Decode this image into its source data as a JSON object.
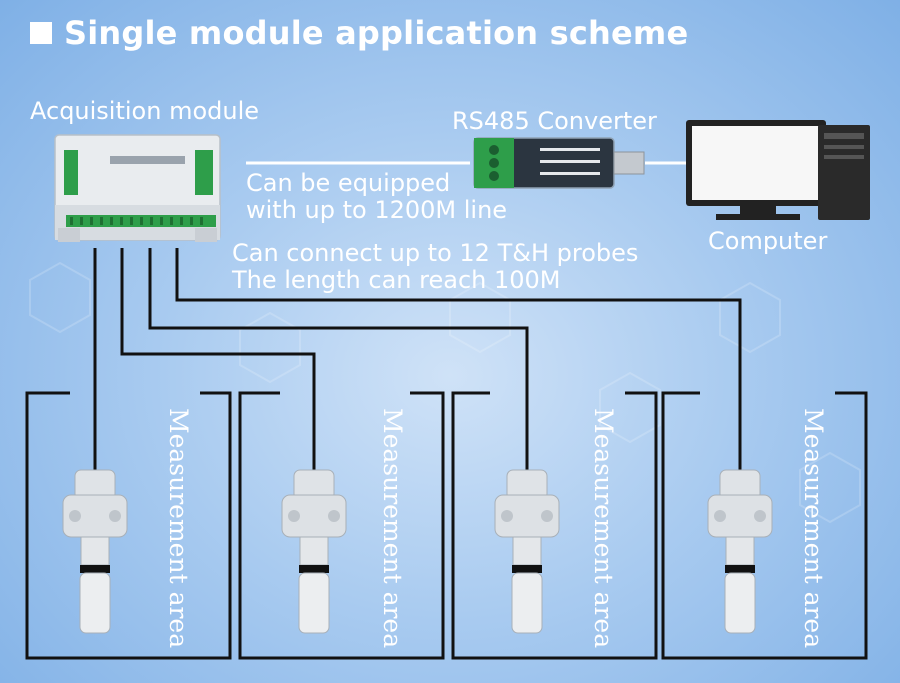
{
  "title": "Single module application scheme",
  "labels": {
    "acquisition_module": "Acquisition module",
    "rs485_converter": "RS485 Converter",
    "computer": "Computer",
    "line_note_1": "Can be equipped",
    "line_note_2": "with up to 1200M line",
    "probe_note_1": "Can connect up to 12 T&H probes",
    "probe_note_2": "The length can reach 100M"
  },
  "areas": [
    {
      "label": "Measurement area"
    },
    {
      "label": "Measurement area"
    },
    {
      "label": "Measurement area"
    },
    {
      "label": "Measurement area"
    }
  ],
  "colors": {
    "background": "#9fc4ee",
    "wire": "#111111",
    "text": "#ffffff",
    "terminal_green": "#2e9e4a"
  }
}
